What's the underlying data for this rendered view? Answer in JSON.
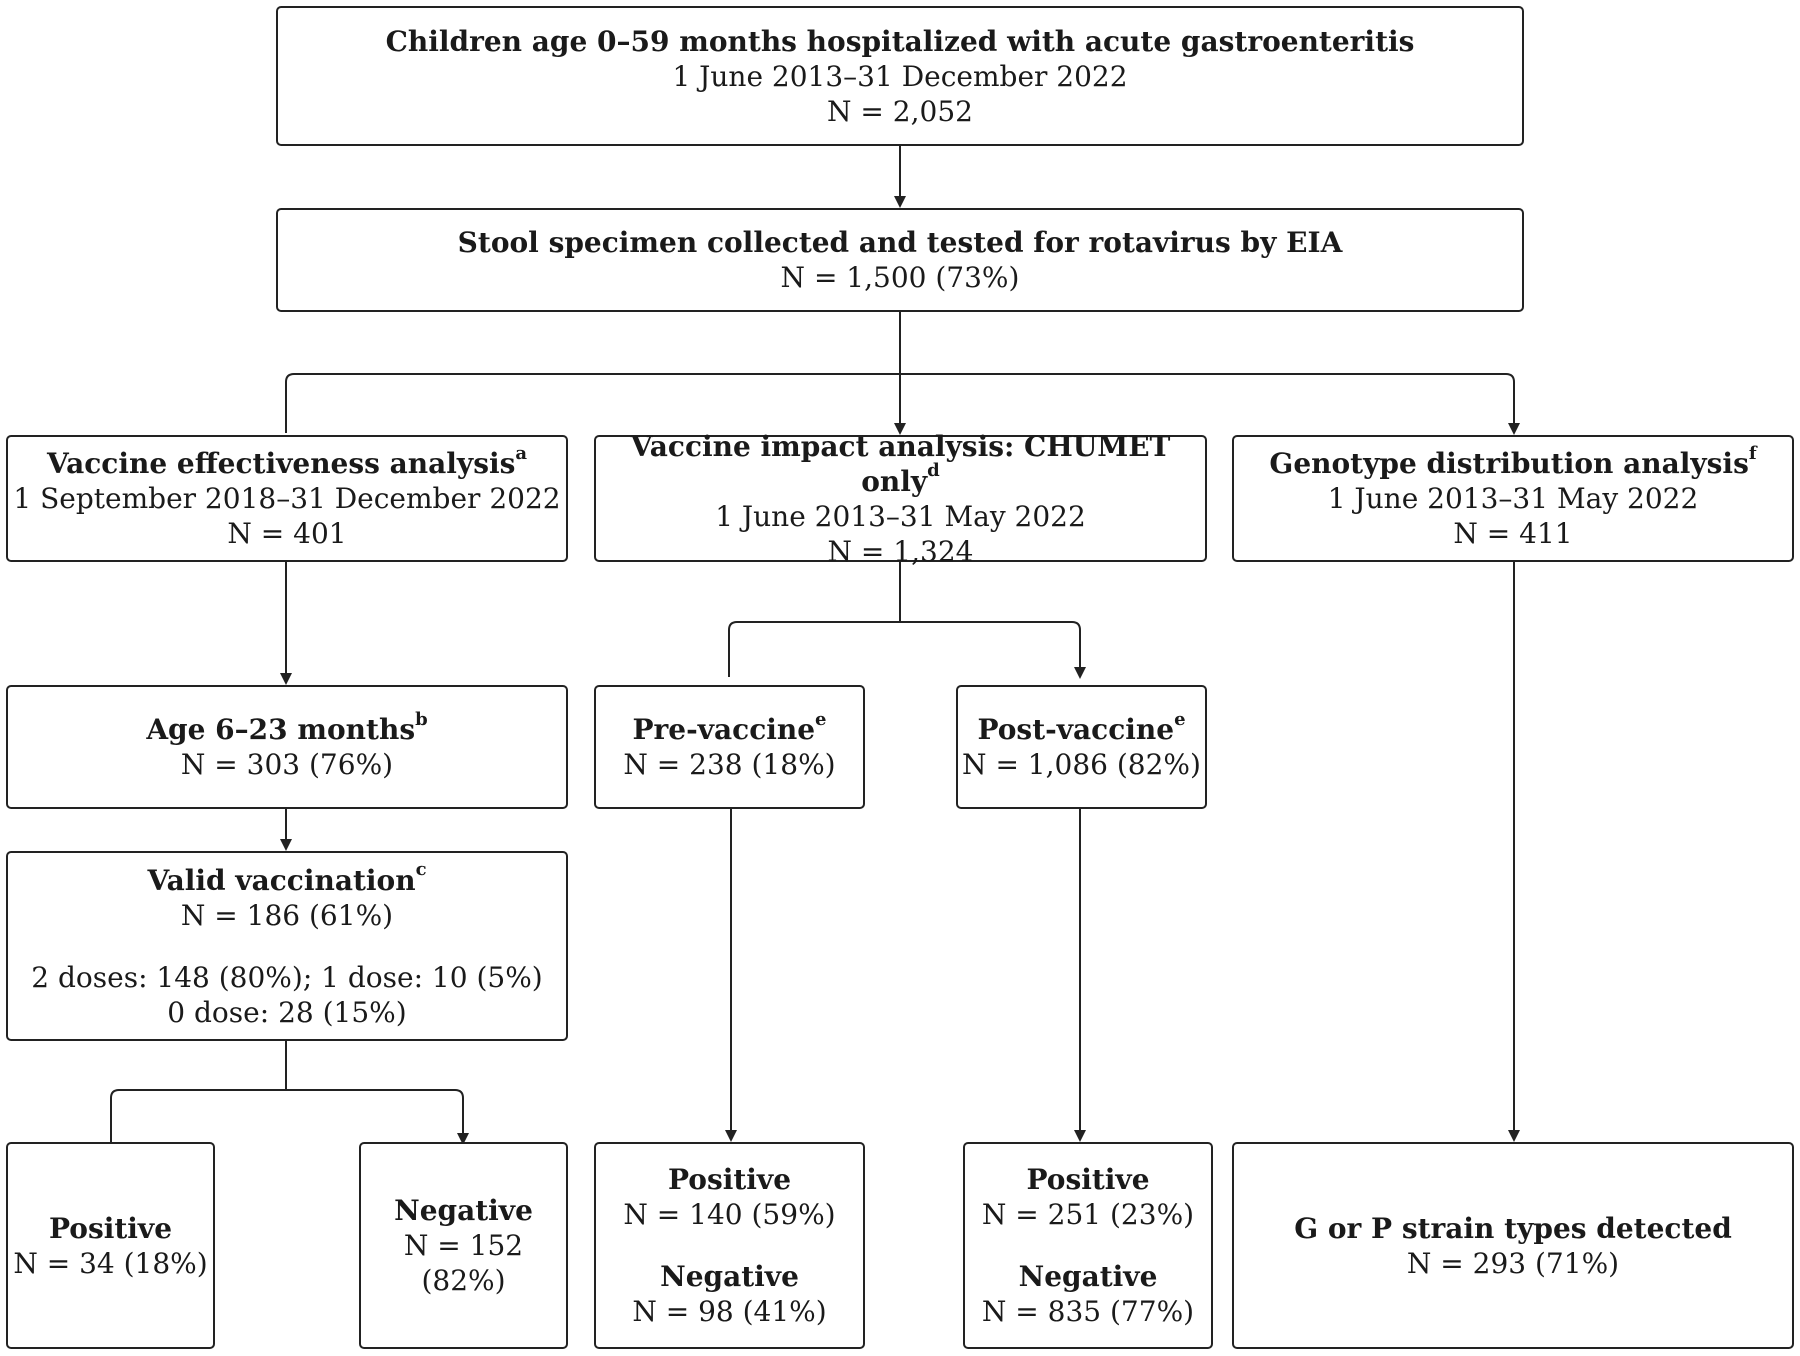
{
  "top": {
    "title": "Children age 0–59 months hospitalized with acute gastroenteritis",
    "dates": "1 June 2013–31 December 2022",
    "n": "N = 2,052"
  },
  "stool": {
    "title": "Stool specimen collected and tested for rotavirus by EIA",
    "n": "N = 1,500 (73%)"
  },
  "ve": {
    "title": "Vaccine effectiveness analysis",
    "sup": "a",
    "dates": "1 September 2018–31 December 2022",
    "n": "N = 401"
  },
  "vi": {
    "title": "Vaccine impact analysis: CHUMET only",
    "sup": "d",
    "dates": "1 June 2013–31 May 2022",
    "n": "N = 1,324"
  },
  "gd": {
    "title": "Genotype distribution analysis",
    "sup": "f",
    "dates": "1 June 2013–31 May 2022",
    "n": "N = 411"
  },
  "age": {
    "title": "Age 6–23 months",
    "sup": "b",
    "n": "N = 303 (76%)"
  },
  "valid": {
    "title": "Valid vaccination",
    "sup": "c",
    "n": "N = 186 (61%)",
    "doses1": "2 doses: 148 (80%); 1 dose: 10 (5%)",
    "doses2": "0 dose: 28 (15%)"
  },
  "pre": {
    "title": "Pre-vaccine",
    "sup": "e",
    "n": "N = 238 (18%)"
  },
  "post": {
    "title": "Post-vaccine",
    "sup": "e",
    "n": "N = 1,086 (82%)"
  },
  "ve_pos": {
    "title": "Positive",
    "n": "N = 34 (18%)"
  },
  "ve_neg": {
    "title": "Negative",
    "n": "N = 152 (82%)"
  },
  "pre_res": {
    "pos_title": "Positive",
    "pos_n": "N = 140 (59%)",
    "neg_title": "Negative",
    "neg_n": "N = 98 (41%)"
  },
  "post_res": {
    "pos_title": "Positive",
    "pos_n": "N = 251 (23%)",
    "neg_title": "Negative",
    "neg_n": "N = 835 (77%)"
  },
  "gp": {
    "title": "G or P strain types detected",
    "n": "N = 293 (71%)"
  }
}
